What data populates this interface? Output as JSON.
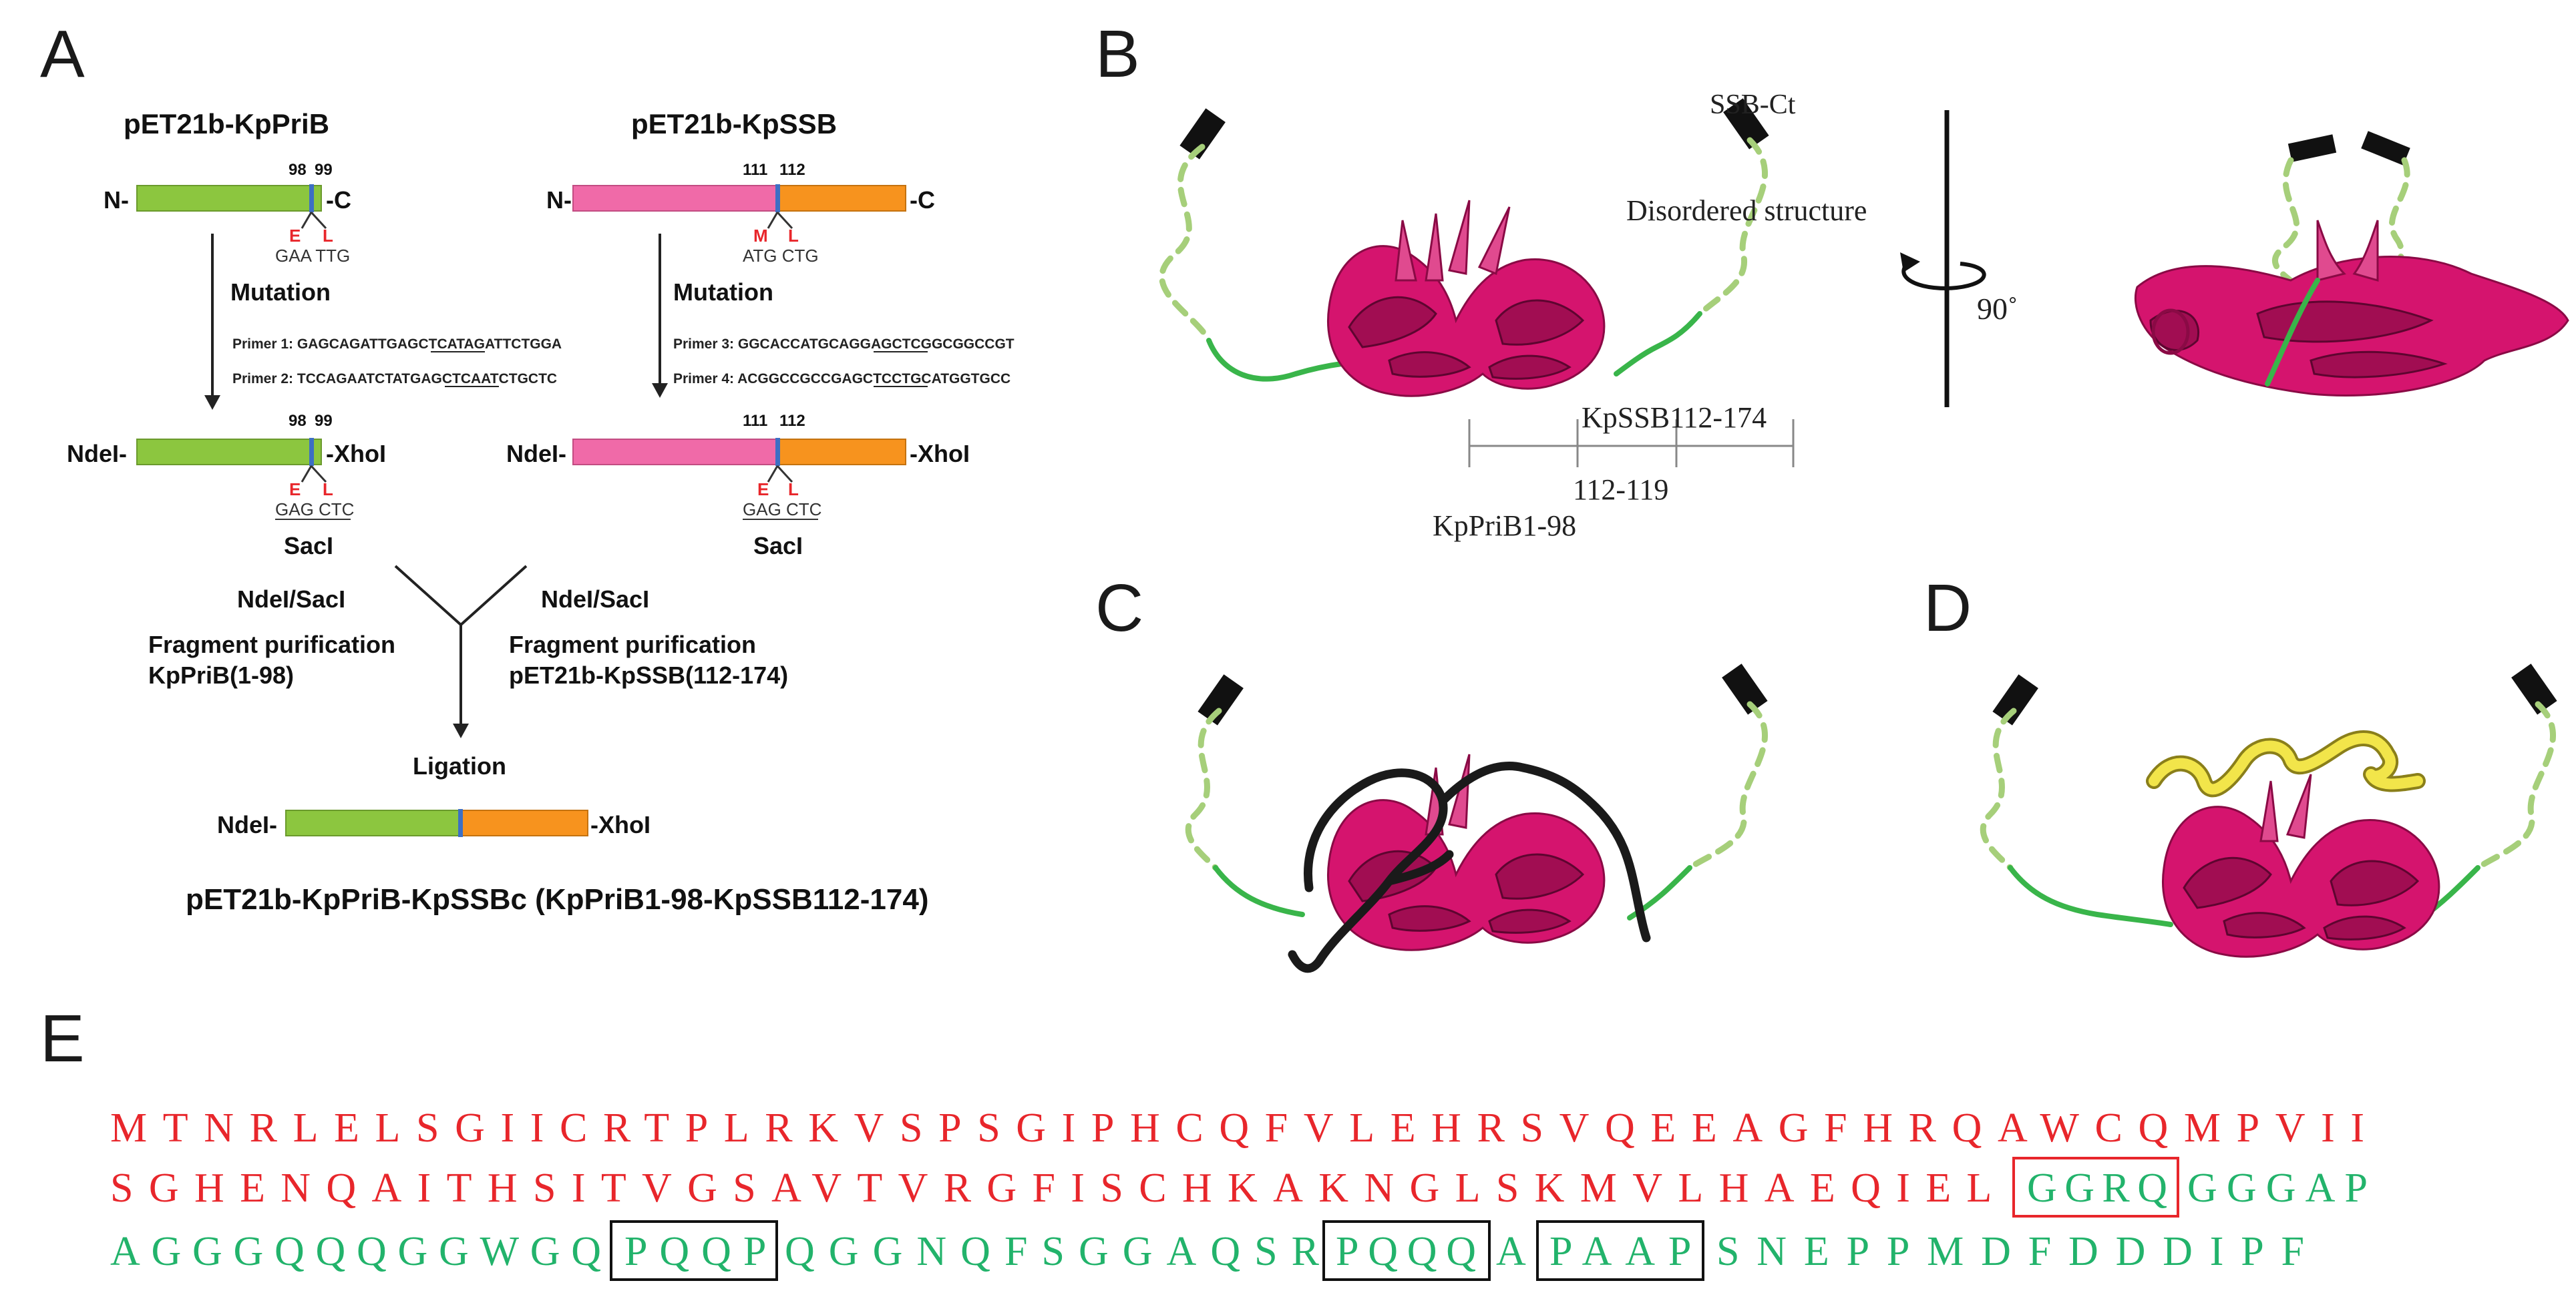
{
  "panels": {
    "A": "A",
    "B": "B",
    "C": "C",
    "D": "D",
    "E": "E"
  },
  "panelA": {
    "constructs": {
      "pribTitle": "pET21b-KpPriB",
      "ssbTitle": "pET21b-KpSSB"
    },
    "pos": {
      "p98": "98",
      "p99": "99",
      "p111": "111",
      "p112": "112"
    },
    "termN": "N-",
    "termC": "-C",
    "muts": {
      "prib": [
        "E",
        "L"
      ],
      "ssb": [
        "M",
        "L"
      ],
      "after": [
        "E",
        "L"
      ]
    },
    "codons": {
      "prib": "GAA TTG",
      "ssb": "ATG CTG",
      "after": "GAG CTC"
    },
    "mutation": "Mutation",
    "primers": {
      "p1": "Primer 1: GAGCAGATTGAGCTCATAGATTCTGGA",
      "p2": "Primer 2: TCCAGAATCTATGAGCTCAATCTGCTC",
      "p3": "Primer 3: GGCACCATGCAGGAGCTCGGCGGCCGT",
      "p4": "Primer 4: ACGGCCGCCGAGCTCCTGCATGGTGCC"
    },
    "ndei": "NdeI-",
    "xhoi": "-XhoI",
    "saci": "SacI",
    "digest": "NdeI/SacI",
    "fragPurif": "Fragment purification",
    "fragPrib": "KpPriB(1-98)",
    "fragSsb": "pET21b-KpSSB(112-174)",
    "ligation": "Ligation",
    "final": "pET21b-KpPriB-KpSSBc (KpPriB1-98-KpSSB112-174)"
  },
  "panelB": {
    "ssbCt": "SSB-Ct",
    "disordered": "Disordered structure",
    "rotation": "90˚",
    "kpssb": "KpSSB112-174",
    "range": "112-119",
    "kppri": "KpPriB1-98"
  },
  "panelE": {
    "line1": "MTNRLELSGIICRTPLRKVSPSGIPHCQFVLEHRSVQEEAGFHRQAWCQMPVII",
    "line2a": "SGHENQAITHSITVGSAVTVRGFISCHKAKNGLSKMVLHAEQIEL",
    "line2b": "GGRQ",
    "line2c": "GGGAP",
    "line3a": "AGGGQQQGGWGQ",
    "line3b": "PQQP",
    "line3c": "QGGNQFSGGAQSR",
    "line3d": "PQQQ",
    "line3e": "A",
    "line3f": "PAAP",
    "line3g": "SNEPPMDFDDDIPF"
  },
  "colors": {
    "green": "#8cc63f",
    "pink": "#f06aa8",
    "orange": "#f7931e",
    "blue": "#3d6fc4",
    "red": "#e8262b",
    "seqGreen": "#22b36b",
    "magenta": "#d5146e"
  }
}
